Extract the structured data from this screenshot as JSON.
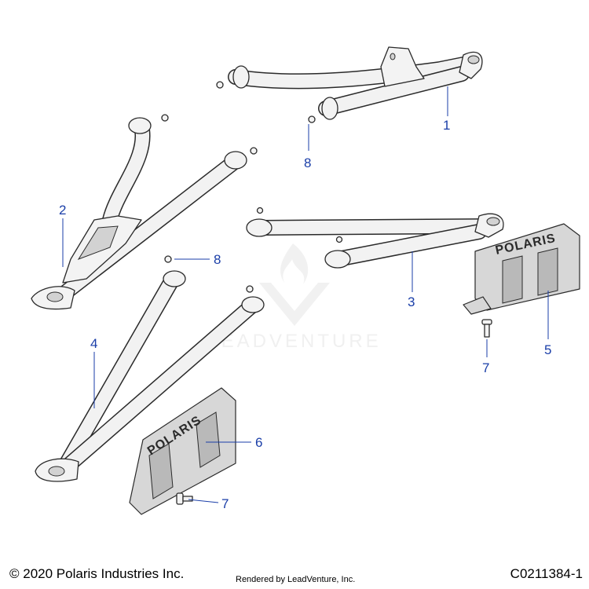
{
  "watermark": {
    "text": "LEADVENTURE"
  },
  "brand": {
    "text": "POLARIS"
  },
  "callouts": [
    {
      "id": "callout-1",
      "label": "1"
    },
    {
      "id": "callout-8a",
      "label": "8"
    },
    {
      "id": "callout-2",
      "label": "2"
    },
    {
      "id": "callout-8b",
      "label": "8"
    },
    {
      "id": "callout-3",
      "label": "3"
    },
    {
      "id": "callout-4",
      "label": "4"
    },
    {
      "id": "callout-5",
      "label": "5"
    },
    {
      "id": "callout-7a",
      "label": "7"
    },
    {
      "id": "callout-6",
      "label": "6"
    },
    {
      "id": "callout-7b",
      "label": "7"
    }
  ],
  "footer": {
    "copyright": "© 2020 Polaris Industries Inc.",
    "rendered": "Rendered by LeadVenture, Inc.",
    "diagram_id": "C0211384-1"
  },
  "colors": {
    "callout": "#1a3ea8",
    "part_stroke": "#2a2a2a",
    "plate_fill": "#d7d7d7"
  }
}
